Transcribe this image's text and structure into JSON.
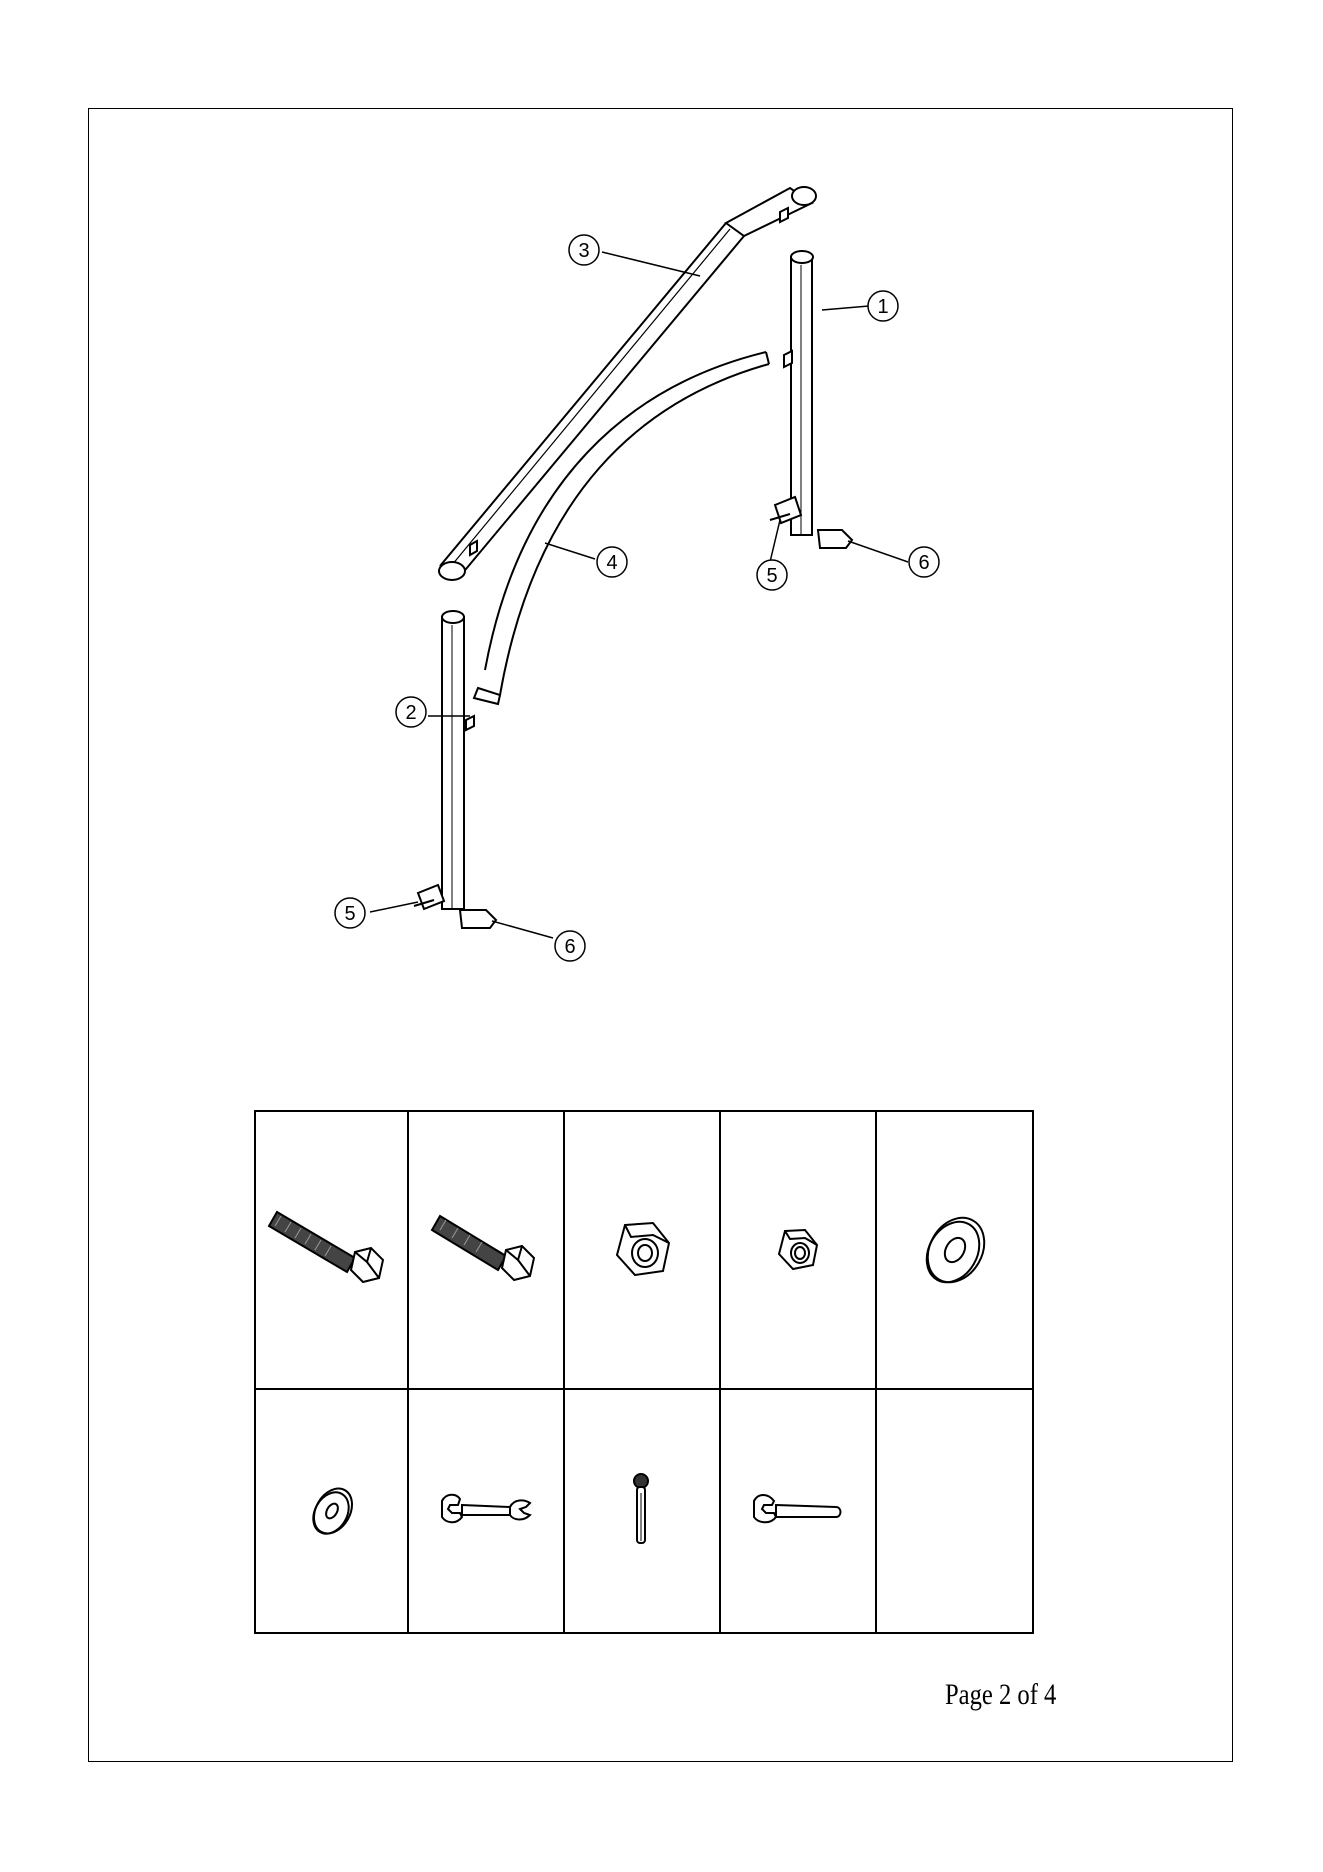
{
  "callouts": [
    "1",
    "2",
    "3",
    "4",
    "5",
    "6"
  ],
  "footer": {
    "page_label": "Page 2 of 4"
  },
  "colors": {
    "line": "#000000",
    "background": "#ffffff"
  }
}
